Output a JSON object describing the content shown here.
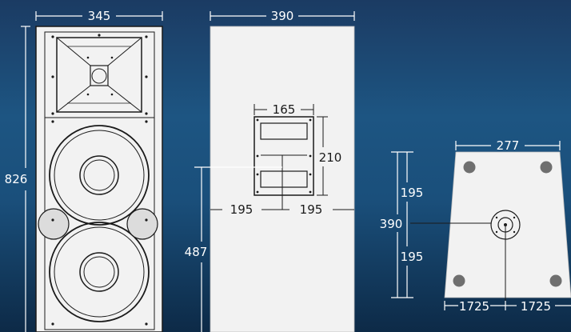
{
  "front_view": {
    "width_label": "345",
    "height_label": "826"
  },
  "side_view": {
    "width_label": "390",
    "handle_width_label": "165",
    "handle_height_label": "210",
    "handle_offset_left_label": "195",
    "handle_offset_right_label": "195",
    "handle_height_from_base_label": "487"
  },
  "bottom_view": {
    "top_width_label": "277",
    "depth_label": "390",
    "depth_upper_label": "195",
    "depth_lower_label": "195",
    "bottom_left_label": "1725",
    "bottom_right_label": "1725"
  },
  "colors": {
    "panel": "#f2f2f2",
    "outline": "#1a1a1a",
    "foot": "#6f6f6f",
    "background_top": "#1b3b63",
    "background_bottom": "#0d2a47"
  }
}
